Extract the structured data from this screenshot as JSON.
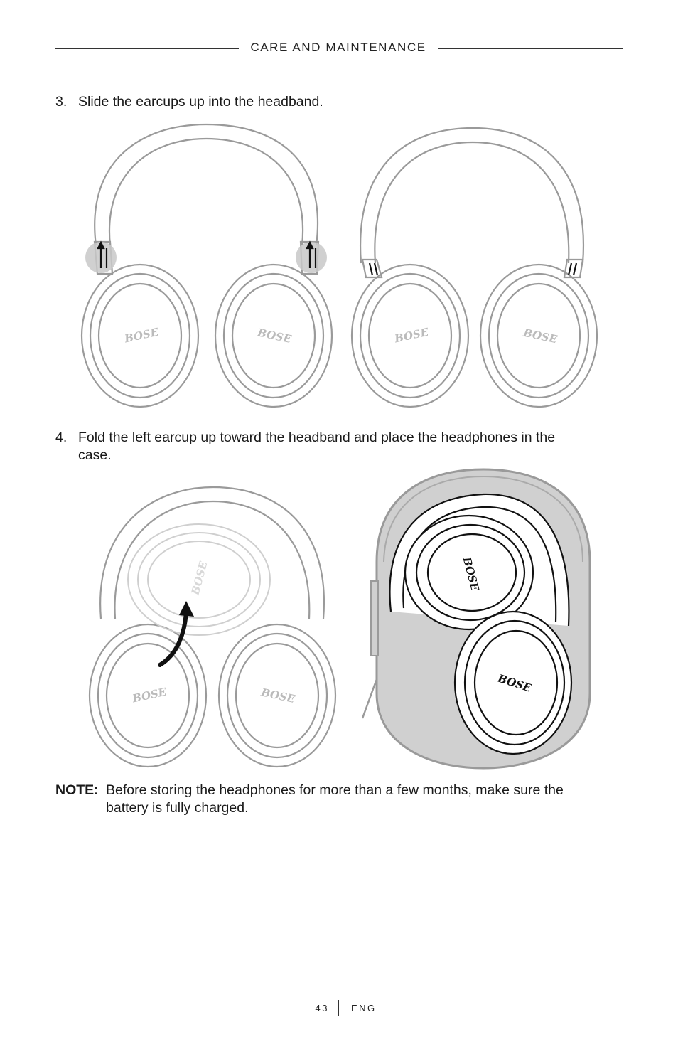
{
  "header": {
    "section_title": "CARE AND MAINTENANCE"
  },
  "steps": [
    {
      "number": "3.",
      "text": "Slide the earcups up into the headband."
    },
    {
      "number": "4.",
      "text": "Fold the left earcup up toward the headband and place the headphones in the case."
    }
  ],
  "note": {
    "label": "NOTE:",
    "text": "Before storing the headphones for more than a few months, make sure the battery is fully charged."
  },
  "logo_text": "BOSE",
  "footer": {
    "page_number": "43",
    "language": "ENG"
  },
  "colors": {
    "outline": "#9a9a9a",
    "case_fill": "#d0d0d0",
    "arrow": "#111111",
    "highlight": "#c8c8c8"
  }
}
